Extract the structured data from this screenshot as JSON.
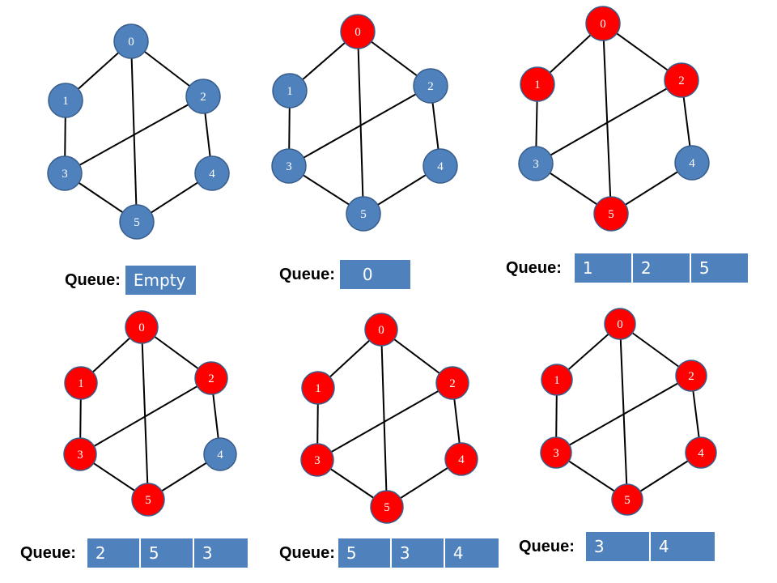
{
  "colors": {
    "visited": "#ff0000",
    "unvisited": "#4f81bd",
    "node_border": "#385d8a",
    "edge": "#000000",
    "queue_fill": "#4f81bd",
    "queue_text": "#ffffff"
  },
  "queue_label": "Queue:",
  "edges": [
    [
      "0",
      "1"
    ],
    [
      "0",
      "2"
    ],
    [
      "0",
      "5"
    ],
    [
      "1",
      "3"
    ],
    [
      "2",
      "3"
    ],
    [
      "2",
      "4"
    ],
    [
      "3",
      "5"
    ],
    [
      "4",
      "5"
    ]
  ],
  "steps": [
    {
      "visited": [],
      "queue": [
        "Empty"
      ]
    },
    {
      "visited": [
        "0"
      ],
      "queue": [
        "0"
      ]
    },
    {
      "visited": [
        "0",
        "1",
        "2",
        "5"
      ],
      "queue": [
        "1",
        "2",
        "5"
      ]
    },
    {
      "visited": [
        "0",
        "1",
        "2",
        "3",
        "5"
      ],
      "queue": [
        "2",
        "5",
        "3"
      ]
    },
    {
      "visited": [
        "0",
        "1",
        "2",
        "3",
        "4",
        "5"
      ],
      "queue": [
        "5",
        "3",
        "4"
      ]
    },
    {
      "visited": [
        "0",
        "1",
        "2",
        "3",
        "4",
        "5"
      ],
      "queue": [
        "3",
        "4"
      ]
    }
  ]
}
